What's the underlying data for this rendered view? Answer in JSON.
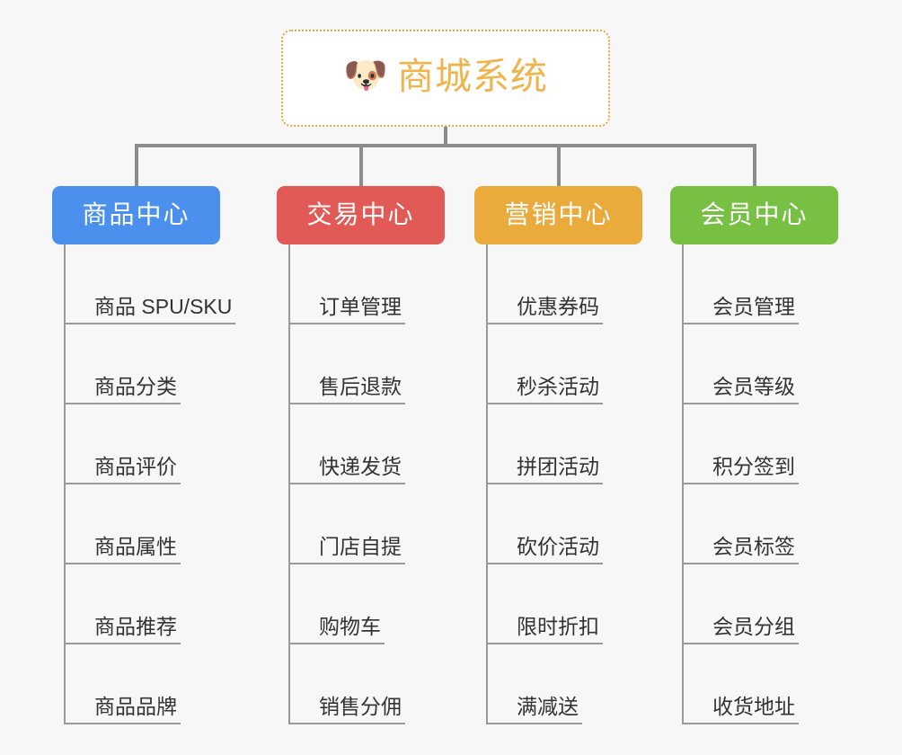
{
  "root": {
    "title": "商城系统",
    "icon": "dog-face-icon",
    "emoji": "🐶",
    "border_color": "#eaa63c",
    "text_color": "#efb54c",
    "background": "#ffffff"
  },
  "canvas": {
    "background": "#f7f7f7",
    "connector_color": "#8c8c8c",
    "leaf_line_color": "#9a9a9a"
  },
  "columns": [
    {
      "title": "商品中心",
      "color": "#4a90ec",
      "items": [
        "商品 SPU/SKU",
        "商品分类",
        "商品评价",
        "商品属性",
        "商品推荐",
        "商品品牌"
      ]
    },
    {
      "title": "交易中心",
      "color": "#e25a56",
      "items": [
        "订单管理",
        "售后退款",
        "快递发货",
        "门店自提",
        "购物车",
        "销售分佣"
      ]
    },
    {
      "title": "营销中心",
      "color": "#eaab3c",
      "items": [
        "优惠券码",
        "秒杀活动",
        "拼团活动",
        "砍价活动",
        "限时折扣",
        "满减送"
      ]
    },
    {
      "title": "会员中心",
      "color": "#78c043",
      "items": [
        "会员管理",
        "会员等级",
        "积分签到",
        "会员标签",
        "会员分组",
        "收货地址"
      ]
    }
  ]
}
